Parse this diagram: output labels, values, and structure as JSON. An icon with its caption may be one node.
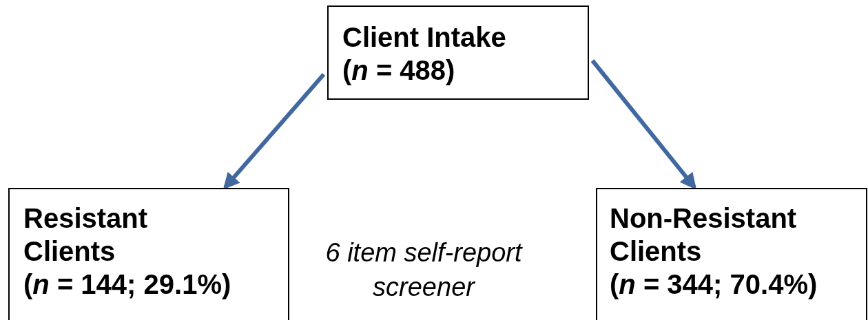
{
  "diagram": {
    "nodes": [
      {
        "text": [
          "Client Intake",
          "(*n* = 488)"
        ]
      },
      {
        "text": [
          "Resistant Clients",
          "(*n* = 144; 29.1%)"
        ]
      },
      {
        "text": [
          "Non-Resistant Clients",
          "(*n* = 344; 70.4%)"
        ]
      }
    ],
    "edges": [
      {
        "from": 0,
        "to": 1,
        "arrow": "to"
      },
      {
        "from": 0,
        "to": 2,
        "arrow": "to"
      }
    ],
    "labels": [
      "6 item self-report screener"
    ]
  }
}
